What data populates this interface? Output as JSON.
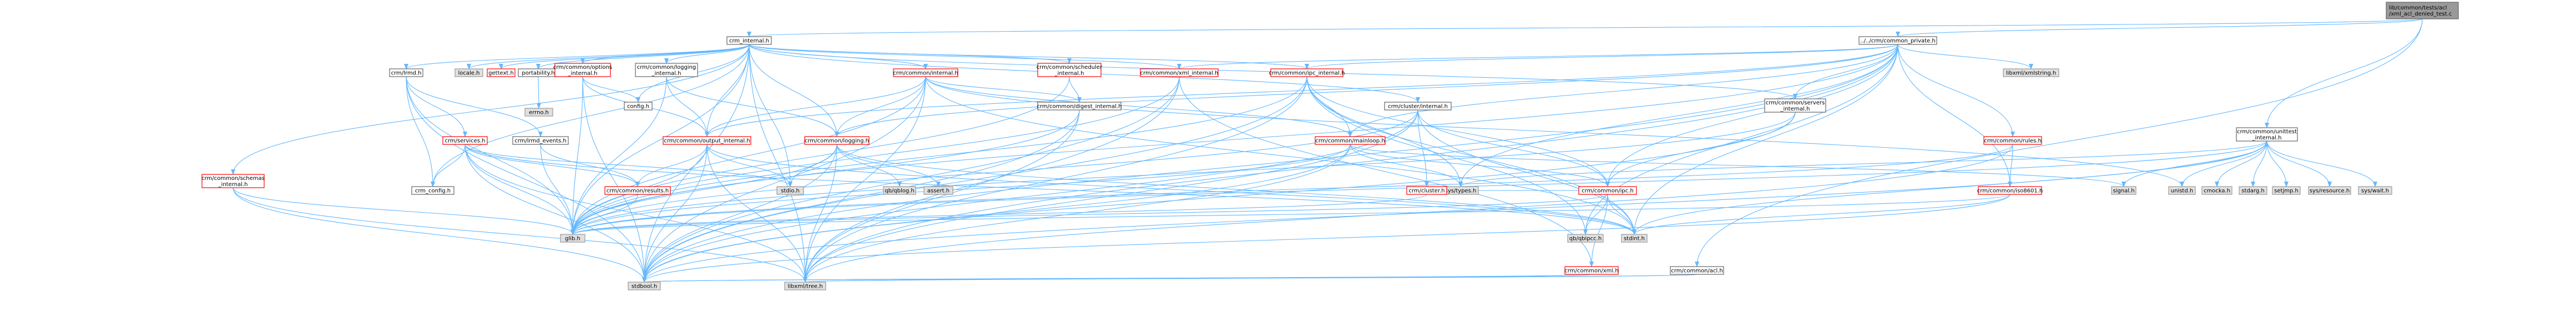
{
  "colors": {
    "edge": "#63b8ff",
    "root_fill": "#999999",
    "node_fill": "#ffffff",
    "node_border": "#666666",
    "system_fill": "#e0e0e0",
    "system_border": "#999999",
    "missing_border": "#ff0000",
    "missing_text": "#ff0000",
    "text": "#000000"
  },
  "nodes": {
    "root": {
      "lines": [
        "lib/common/tests/acl",
        "/xml_acl_denied_test.c"
      ],
      "kind": "root"
    },
    "crm_priv": {
      "lines": [
        "../../crm/common_private.h"
      ],
      "kind": "normal"
    },
    "unittest": {
      "lines": [
        "crm/common/unittest",
        "_internal.h"
      ],
      "kind": "normal"
    },
    "crm_int": {
      "lines": [
        "crm_internal.h"
      ],
      "kind": "normal"
    },
    "locale": {
      "lines": [
        "locale.h"
      ],
      "kind": "system"
    },
    "gettext": {
      "lines": [
        "gettext.h"
      ],
      "kind": "missing"
    },
    "portab": {
      "lines": [
        "portability.h"
      ],
      "kind": "normal"
    },
    "errno": {
      "lines": [
        "errno.h"
      ],
      "kind": "system"
    },
    "lrmd": {
      "lines": [
        "crm/lrmd.h"
      ],
      "kind": "normal"
    },
    "services": {
      "lines": [
        "crm/services.h"
      ],
      "kind": "missing"
    },
    "lrmd_ev": {
      "lines": [
        "crm/lrmd_events.h"
      ],
      "kind": "normal"
    },
    "crm_config": {
      "lines": [
        "crm_config.h"
      ],
      "kind": "normal"
    },
    "schemas": {
      "lines": [
        "crm/common/schemas",
        "_internal.h"
      ],
      "kind": "missing"
    },
    "options": {
      "lines": [
        "crm/common/options",
        "_internal.h"
      ],
      "kind": "missing"
    },
    "log_int": {
      "lines": [
        "crm/common/logging",
        "_internal.h"
      ],
      "kind": "normal"
    },
    "config": {
      "lines": [
        "config.h"
      ],
      "kind": "normal"
    },
    "out_int": {
      "lines": [
        "crm/common/output_internal.h"
      ],
      "kind": "missing"
    },
    "results": {
      "lines": [
        "crm/common/results.h"
      ],
      "kind": "missing"
    },
    "glib": {
      "lines": [
        "glib.h"
      ],
      "kind": "system"
    },
    "stdbool": {
      "lines": [
        "stdbool.h"
      ],
      "kind": "system"
    },
    "libxml": {
      "lines": [
        "libxml/tree.h"
      ],
      "kind": "system"
    },
    "com_int": {
      "lines": [
        "crm/common/internal.h"
      ],
      "kind": "missing"
    },
    "logging": {
      "lines": [
        "crm/common/logging.h"
      ],
      "kind": "missing"
    },
    "stdio": {
      "lines": [
        "stdio.h"
      ],
      "kind": "system"
    },
    "qblog": {
      "lines": [
        "qb/qblog.h"
      ],
      "kind": "system"
    },
    "assert": {
      "lines": [
        "assert.h"
      ],
      "kind": "system"
    },
    "sched": {
      "lines": [
        "crm/common/scheduler",
        "_internal.h"
      ],
      "kind": "missing"
    },
    "digest": {
      "lines": [
        "crm/common/digest_internal.h"
      ],
      "kind": "normal"
    },
    "xml_int": {
      "lines": [
        "crm/common/xml_internal.h"
      ],
      "kind": "missing"
    },
    "ipc_int": {
      "lines": [
        "crm/common/ipc_internal.h"
      ],
      "kind": "missing"
    },
    "mainloop": {
      "lines": [
        "crm/common/mainloop.h"
      ],
      "kind": "missing"
    },
    "systypes": {
      "lines": [
        "sys/types.h"
      ],
      "kind": "system"
    },
    "clus_int": {
      "lines": [
        "crm/cluster/internal.h"
      ],
      "kind": "normal"
    },
    "cluster": {
      "lines": [
        "crm/cluster.h"
      ],
      "kind": "missing"
    },
    "servers": {
      "lines": [
        "crm/common/servers",
        "_internal.h"
      ],
      "kind": "normal"
    },
    "ipc": {
      "lines": [
        "crm/common/ipc.h"
      ],
      "kind": "missing"
    },
    "qbipcc": {
      "lines": [
        "qb/qbipcc.h"
      ],
      "kind": "system"
    },
    "stdint": {
      "lines": [
        "stdint.h"
      ],
      "kind": "system"
    },
    "xml": {
      "lines": [
        "crm/common/xml.h"
      ],
      "kind": "missing"
    },
    "acl": {
      "lines": [
        "crm/common/acl.h"
      ],
      "kind": "normal"
    },
    "xmlstr": {
      "lines": [
        "libxml/xmlstring.h"
      ],
      "kind": "system"
    },
    "rules": {
      "lines": [
        "crm/common/rules.h"
      ],
      "kind": "missing"
    },
    "iso": {
      "lines": [
        "crm/common/iso8601.h"
      ],
      "kind": "missing"
    },
    "signal": {
      "lines": [
        "signal.h"
      ],
      "kind": "system"
    },
    "unistd": {
      "lines": [
        "unistd.h"
      ],
      "kind": "system"
    },
    "cmocka": {
      "lines": [
        "cmocka.h"
      ],
      "kind": "system"
    },
    "stdarg": {
      "lines": [
        "stdarg.h"
      ],
      "kind": "system"
    },
    "setjmp": {
      "lines": [
        "setjmp.h"
      ],
      "kind": "system"
    },
    "sysres": {
      "lines": [
        "sys/resource.h"
      ],
      "kind": "system"
    },
    "syswait": {
      "lines": [
        "sys/wait.h"
      ],
      "kind": "system"
    }
  },
  "edges": [
    [
      "root",
      "crm_priv"
    ],
    [
      "root",
      "unittest"
    ],
    [
      "root",
      "crm_int"
    ],
    [
      "root",
      "acl"
    ],
    [
      "crm_priv",
      "xmlstr"
    ],
    [
      "crm_priv",
      "glib"
    ],
    [
      "crm_priv",
      "libxml"
    ],
    [
      "crm_priv",
      "stdbool"
    ],
    [
      "crm_priv",
      "stdint"
    ],
    [
      "crm_priv",
      "logging"
    ],
    [
      "crm_priv",
      "mainloop"
    ],
    [
      "crm_priv",
      "ipc_int"
    ],
    [
      "crm_priv",
      "xml_int"
    ],
    [
      "crm_priv",
      "servers"
    ],
    [
      "crm_priv",
      "rules"
    ],
    [
      "crm_priv",
      "iso"
    ],
    [
      "crm_priv",
      "ipc"
    ],
    [
      "crm_priv",
      "systypes"
    ],
    [
      "crm_priv",
      "out_int"
    ],
    [
      "crm_priv",
      "qbipcc"
    ],
    [
      "unittest",
      "signal"
    ],
    [
      "unittest",
      "stdint"
    ],
    [
      "unittest",
      "unistd"
    ],
    [
      "unittest",
      "cmocka"
    ],
    [
      "unittest",
      "stdarg"
    ],
    [
      "unittest",
      "setjmp"
    ],
    [
      "unittest",
      "sysres"
    ],
    [
      "unittest",
      "syswait"
    ],
    [
      "unittest",
      "glib"
    ],
    [
      "unittest",
      "stdbool"
    ],
    [
      "unittest",
      "systypes"
    ],
    [
      "crm_int",
      "config"
    ],
    [
      "crm_int",
      "crm_config"
    ],
    [
      "crm_int",
      "glib"
    ],
    [
      "crm_int",
      "stdbool"
    ],
    [
      "crm_int",
      "libxml"
    ],
    [
      "crm_int",
      "locale"
    ],
    [
      "crm_int",
      "gettext"
    ],
    [
      "crm_int",
      "portab"
    ],
    [
      "crm_int",
      "lrmd"
    ],
    [
      "crm_int",
      "schemas"
    ],
    [
      "crm_int",
      "options"
    ],
    [
      "crm_int",
      "log_int"
    ],
    [
      "crm_int",
      "out_int"
    ],
    [
      "crm_int",
      "com_int"
    ],
    [
      "crm_int",
      "logging"
    ],
    [
      "crm_int",
      "sched"
    ],
    [
      "crm_int",
      "xml_int"
    ],
    [
      "crm_int",
      "ipc_int"
    ],
    [
      "crm_int",
      "clus_int"
    ],
    [
      "crm_int",
      "servers"
    ],
    [
      "crm_int",
      "stdio"
    ],
    [
      "portab",
      "errno"
    ],
    [
      "lrmd",
      "stdbool"
    ],
    [
      "lrmd",
      "crm_config"
    ],
    [
      "lrmd",
      "services"
    ],
    [
      "lrmd",
      "lrmd_ev"
    ],
    [
      "lrmd",
      "glib"
    ],
    [
      "services",
      "glib"
    ],
    [
      "services",
      "stdio"
    ],
    [
      "services",
      "stdint"
    ],
    [
      "services",
      "stdbool"
    ],
    [
      "services",
      "results"
    ],
    [
      "services",
      "crm_config"
    ],
    [
      "services",
      "libxml"
    ],
    [
      "lrmd_ev",
      "glib"
    ],
    [
      "lrmd_ev",
      "results"
    ],
    [
      "results",
      "glib"
    ],
    [
      "schemas",
      "glib"
    ],
    [
      "schemas",
      "libxml"
    ],
    [
      "schemas",
      "stdbool"
    ],
    [
      "options",
      "glib"
    ],
    [
      "options",
      "stdbool"
    ],
    [
      "options",
      "config"
    ],
    [
      "options",
      "out_int"
    ],
    [
      "log_int",
      "glib"
    ],
    [
      "log_int",
      "logging"
    ],
    [
      "log_int",
      "out_int"
    ],
    [
      "out_int",
      "glib"
    ],
    [
      "out_int",
      "libxml"
    ],
    [
      "out_int",
      "stdio"
    ],
    [
      "out_int",
      "stdbool"
    ],
    [
      "out_int",
      "stdint"
    ],
    [
      "out_int",
      "results"
    ],
    [
      "com_int",
      "glib"
    ],
    [
      "com_int",
      "logging"
    ],
    [
      "com_int",
      "mainloop"
    ],
    [
      "com_int",
      "out_int"
    ],
    [
      "com_int",
      "digest"
    ],
    [
      "com_int",
      "stdint"
    ],
    [
      "com_int",
      "stdbool"
    ],
    [
      "com_int",
      "libxml"
    ],
    [
      "com_int",
      "unistd"
    ],
    [
      "logging",
      "stdio"
    ],
    [
      "logging",
      "glib"
    ],
    [
      "logging",
      "qblog"
    ],
    [
      "logging",
      "assert"
    ],
    [
      "logging",
      "stdint"
    ],
    [
      "logging",
      "libxml"
    ],
    [
      "logging",
      "stdbool"
    ],
    [
      "sched",
      "glib"
    ],
    [
      "sched",
      "digest"
    ],
    [
      "digest",
      "glib"
    ],
    [
      "digest",
      "stdbool"
    ],
    [
      "digest",
      "libxml"
    ],
    [
      "xml_int",
      "glib"
    ],
    [
      "xml_int",
      "libxml"
    ],
    [
      "xml_int",
      "stdbool"
    ],
    [
      "xml_int",
      "xml"
    ],
    [
      "ipc_int",
      "stdbool"
    ],
    [
      "ipc_int",
      "stdint"
    ],
    [
      "ipc_int",
      "systypes"
    ],
    [
      "ipc_int",
      "glib"
    ],
    [
      "ipc_int",
      "libxml"
    ],
    [
      "ipc_int",
      "mainloop"
    ],
    [
      "ipc_int",
      "ipc"
    ],
    [
      "ipc_int",
      "qbipcc"
    ],
    [
      "mainloop",
      "signal"
    ],
    [
      "mainloop",
      "systypes"
    ],
    [
      "mainloop",
      "glib"
    ],
    [
      "mainloop",
      "stdbool"
    ],
    [
      "mainloop",
      "libxml"
    ],
    [
      "mainloop",
      "ipc"
    ],
    [
      "clus_int",
      "glib"
    ],
    [
      "clus_int",
      "stdbool"
    ],
    [
      "clus_int",
      "cluster"
    ],
    [
      "clus_int",
      "ipc"
    ],
    [
      "clus_int",
      "stdint"
    ],
    [
      "clus_int",
      "libxml"
    ],
    [
      "cluster",
      "glib"
    ],
    [
      "servers",
      "glib"
    ],
    [
      "servers",
      "stdbool"
    ],
    [
      "servers",
      "ipc"
    ],
    [
      "ipc",
      "systypes"
    ],
    [
      "ipc",
      "glib"
    ],
    [
      "ipc",
      "qbipcc"
    ],
    [
      "ipc",
      "stdint"
    ],
    [
      "ipc",
      "xml"
    ],
    [
      "xml",
      "libxml"
    ],
    [
      "xml",
      "stdbool"
    ],
    [
      "acl",
      "libxml"
    ],
    [
      "acl",
      "stdbool"
    ],
    [
      "rules",
      "glib"
    ],
    [
      "rules",
      "iso"
    ],
    [
      "rules",
      "libxml"
    ],
    [
      "iso",
      "glib"
    ],
    [
      "iso",
      "stdbool"
    ],
    [
      "iso",
      "stdint"
    ]
  ]
}
